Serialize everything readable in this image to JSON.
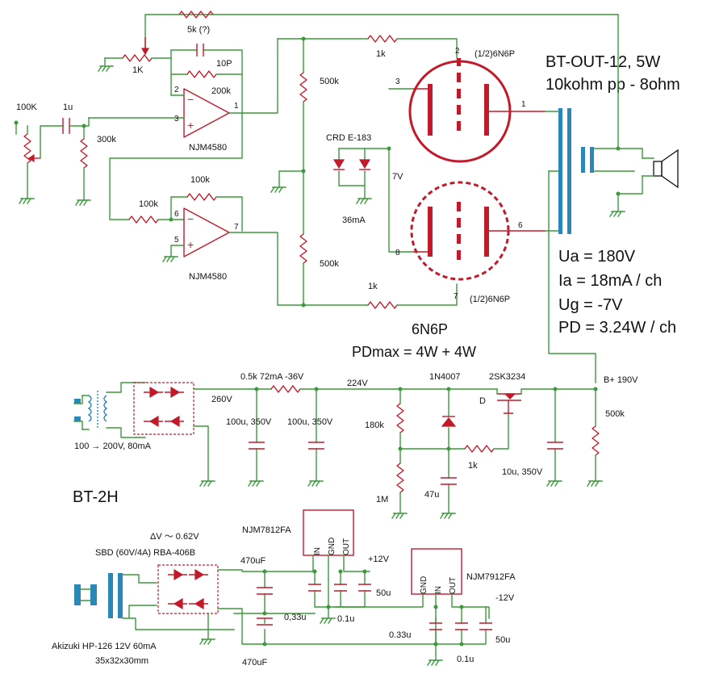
{
  "header": {
    "transformer": "BT-OUT-12, 5W",
    "impedance": "10kohm pp - 8ohm"
  },
  "tube_info": {
    "tube": "6N6P",
    "pd_max": "PDmax = 4W + 4W",
    "ua": "Ua = 180V",
    "ia": "Ia =  18mA / ch",
    "ug": "Ug =  -7V",
    "pd": "PD =  3.24W / ch"
  },
  "power_label": "BT-2H",
  "labels": {
    "r_5k": "5k (?)",
    "pot_1k": "1K",
    "c_10p": "10P",
    "r_200k": "200k",
    "pot_100k": "100K",
    "c_1u": "1u",
    "r_300k": "300k",
    "opamp1": "NJM4580",
    "r_100k_fb": "100k",
    "r_100k_in": "100k",
    "opamp2": "NJM4580",
    "r_500k_top": "500k",
    "r_500k_bot": "500k",
    "r_1k_top": "1k",
    "r_1k_bot": "1k",
    "crd": "CRD E-183",
    "crd_current": "36mA",
    "cathode_v": "7V",
    "tube_top": "(1/2)6N6P",
    "tube_bot": "(1/2)6N6P",
    "pin_2": "2",
    "pin_3": "3",
    "pin_1t": "1",
    "pin_6": "6",
    "pin_7": "7",
    "pin_8": "8",
    "op1_pin2": "2",
    "op1_pin3": "3",
    "op1_pin1": "1",
    "op2_pin6": "6",
    "op2_pin5": "5",
    "op2_pin7": "7",
    "v260": "260V",
    "r_05k": "0.5k 72mA -36V",
    "v224": "224V",
    "d_1n4007": "1N4007",
    "mosfet": "2SK3234",
    "drain": "D",
    "b_plus": "B+ 190V",
    "c_100u_1": "100u, 350V",
    "c_100u_2": "100u, 350V",
    "r_180k": "180k",
    "r_1m": "1M",
    "c_47u": "47u",
    "r_1k_g": "1k",
    "c_10u": "10u, 350V",
    "r_500k_bleed": "500k",
    "mains": "100 → 200V, 80mA",
    "dv": "ΔV ～ 0.62V",
    "sbd": "SBD (60V/4A) RBA-406B",
    "reg_pos": "NJM7812FA",
    "reg_neg": "NJM7912FA",
    "reg_pos_pins": [
      "IN",
      "GND",
      "OUT"
    ],
    "reg_neg_pins": [
      "GND",
      "IN",
      "OUT"
    ],
    "v_p12": "+12V",
    "v_m12": "-12V",
    "c_470_top": "470uF",
    "c_470_bot": "470uF",
    "c_033_1": "0,33u",
    "c_01_1": "0.1u",
    "c_50u_1": "50u",
    "c_033_2": "0.33u",
    "c_01_2": "0.1u",
    "c_50u_2": "50u",
    "trafo": "Akizuki HP-126 12V 60mA",
    "trafo_size": "35x32x30mm"
  }
}
